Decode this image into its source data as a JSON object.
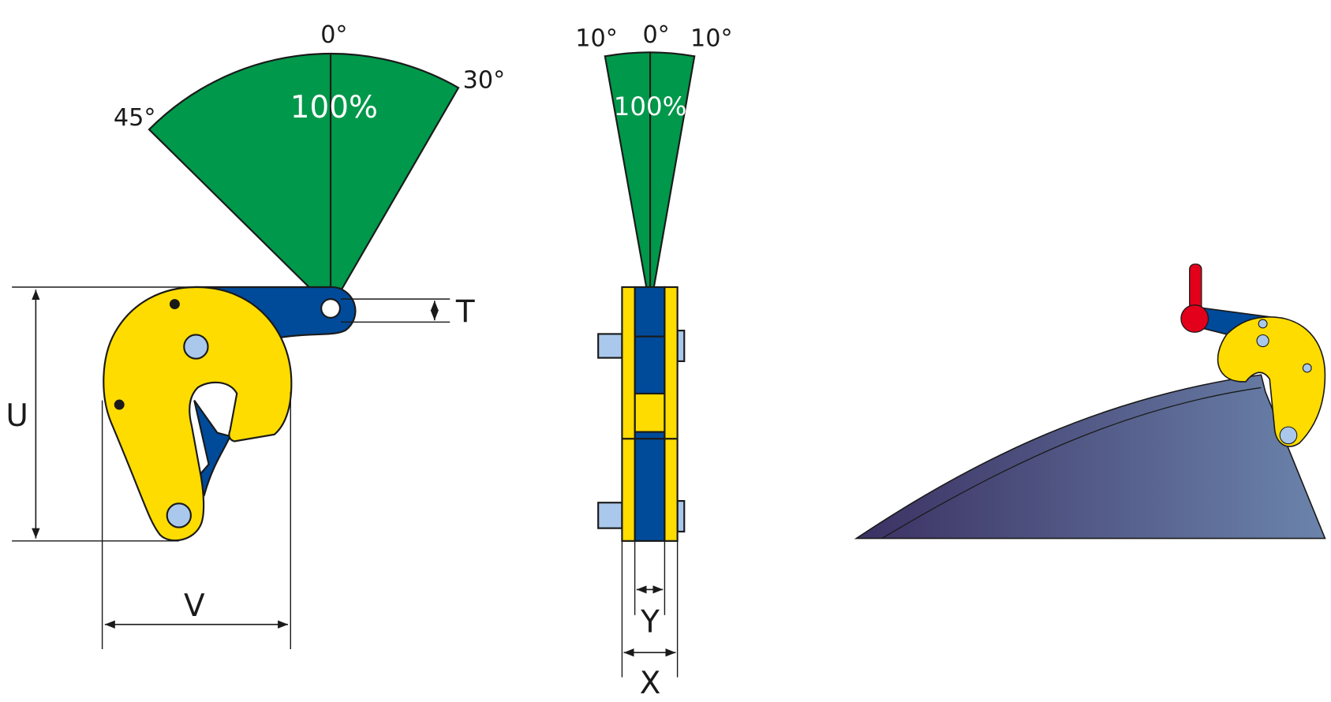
{
  "front_view": {
    "angle_center": "0°",
    "angle_left": "45°",
    "angle_right": "30°",
    "capacity": "100%",
    "dim_u": "U",
    "dim_v": "V",
    "dim_t": "T"
  },
  "side_view": {
    "angle_left": "10°",
    "angle_center": "0°",
    "angle_right": "10°",
    "capacity": "100%",
    "dim_y": "Y",
    "dim_x": "X"
  },
  "colors": {
    "sector_green": "#00984a",
    "clamp_yellow": "#ffdc00",
    "clamp_blue": "#004a9a",
    "pin_light_blue": "#a9c8ec",
    "handle_red": "#e3001b",
    "plate_dark": "#3b3163",
    "plate_light": "#6b84ab"
  }
}
